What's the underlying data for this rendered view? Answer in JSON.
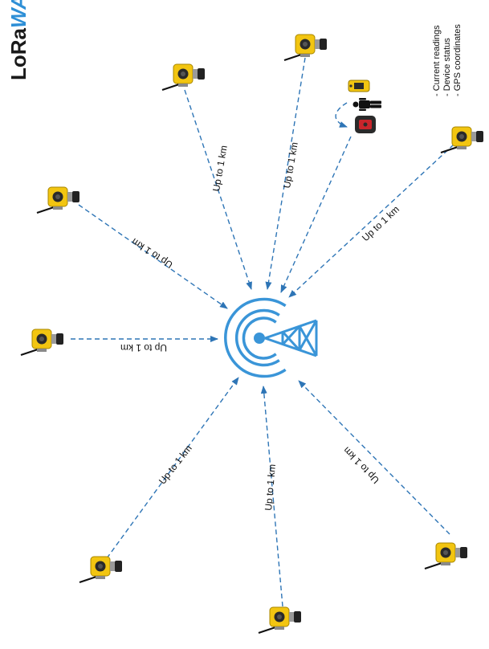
{
  "logo": {
    "part1": "LoRa",
    "part2": "WA"
  },
  "info_list": [
    "- Current readings",
    "- Device status",
    "- GPS coordinates"
  ],
  "link_label": "Up to 1 km",
  "colors": {
    "link": "#2e75b6",
    "gateway": "#3a95d8",
    "sensor_body": "#f2c511",
    "logo_accent": "#2e8fd6"
  },
  "icons": {
    "gateway": "gateway-tower-icon",
    "sensor": "gas-sensor-icon",
    "worker": "worker-icon",
    "handheld": "handheld-detector-icon",
    "tracker": "portable-tracker-icon"
  }
}
